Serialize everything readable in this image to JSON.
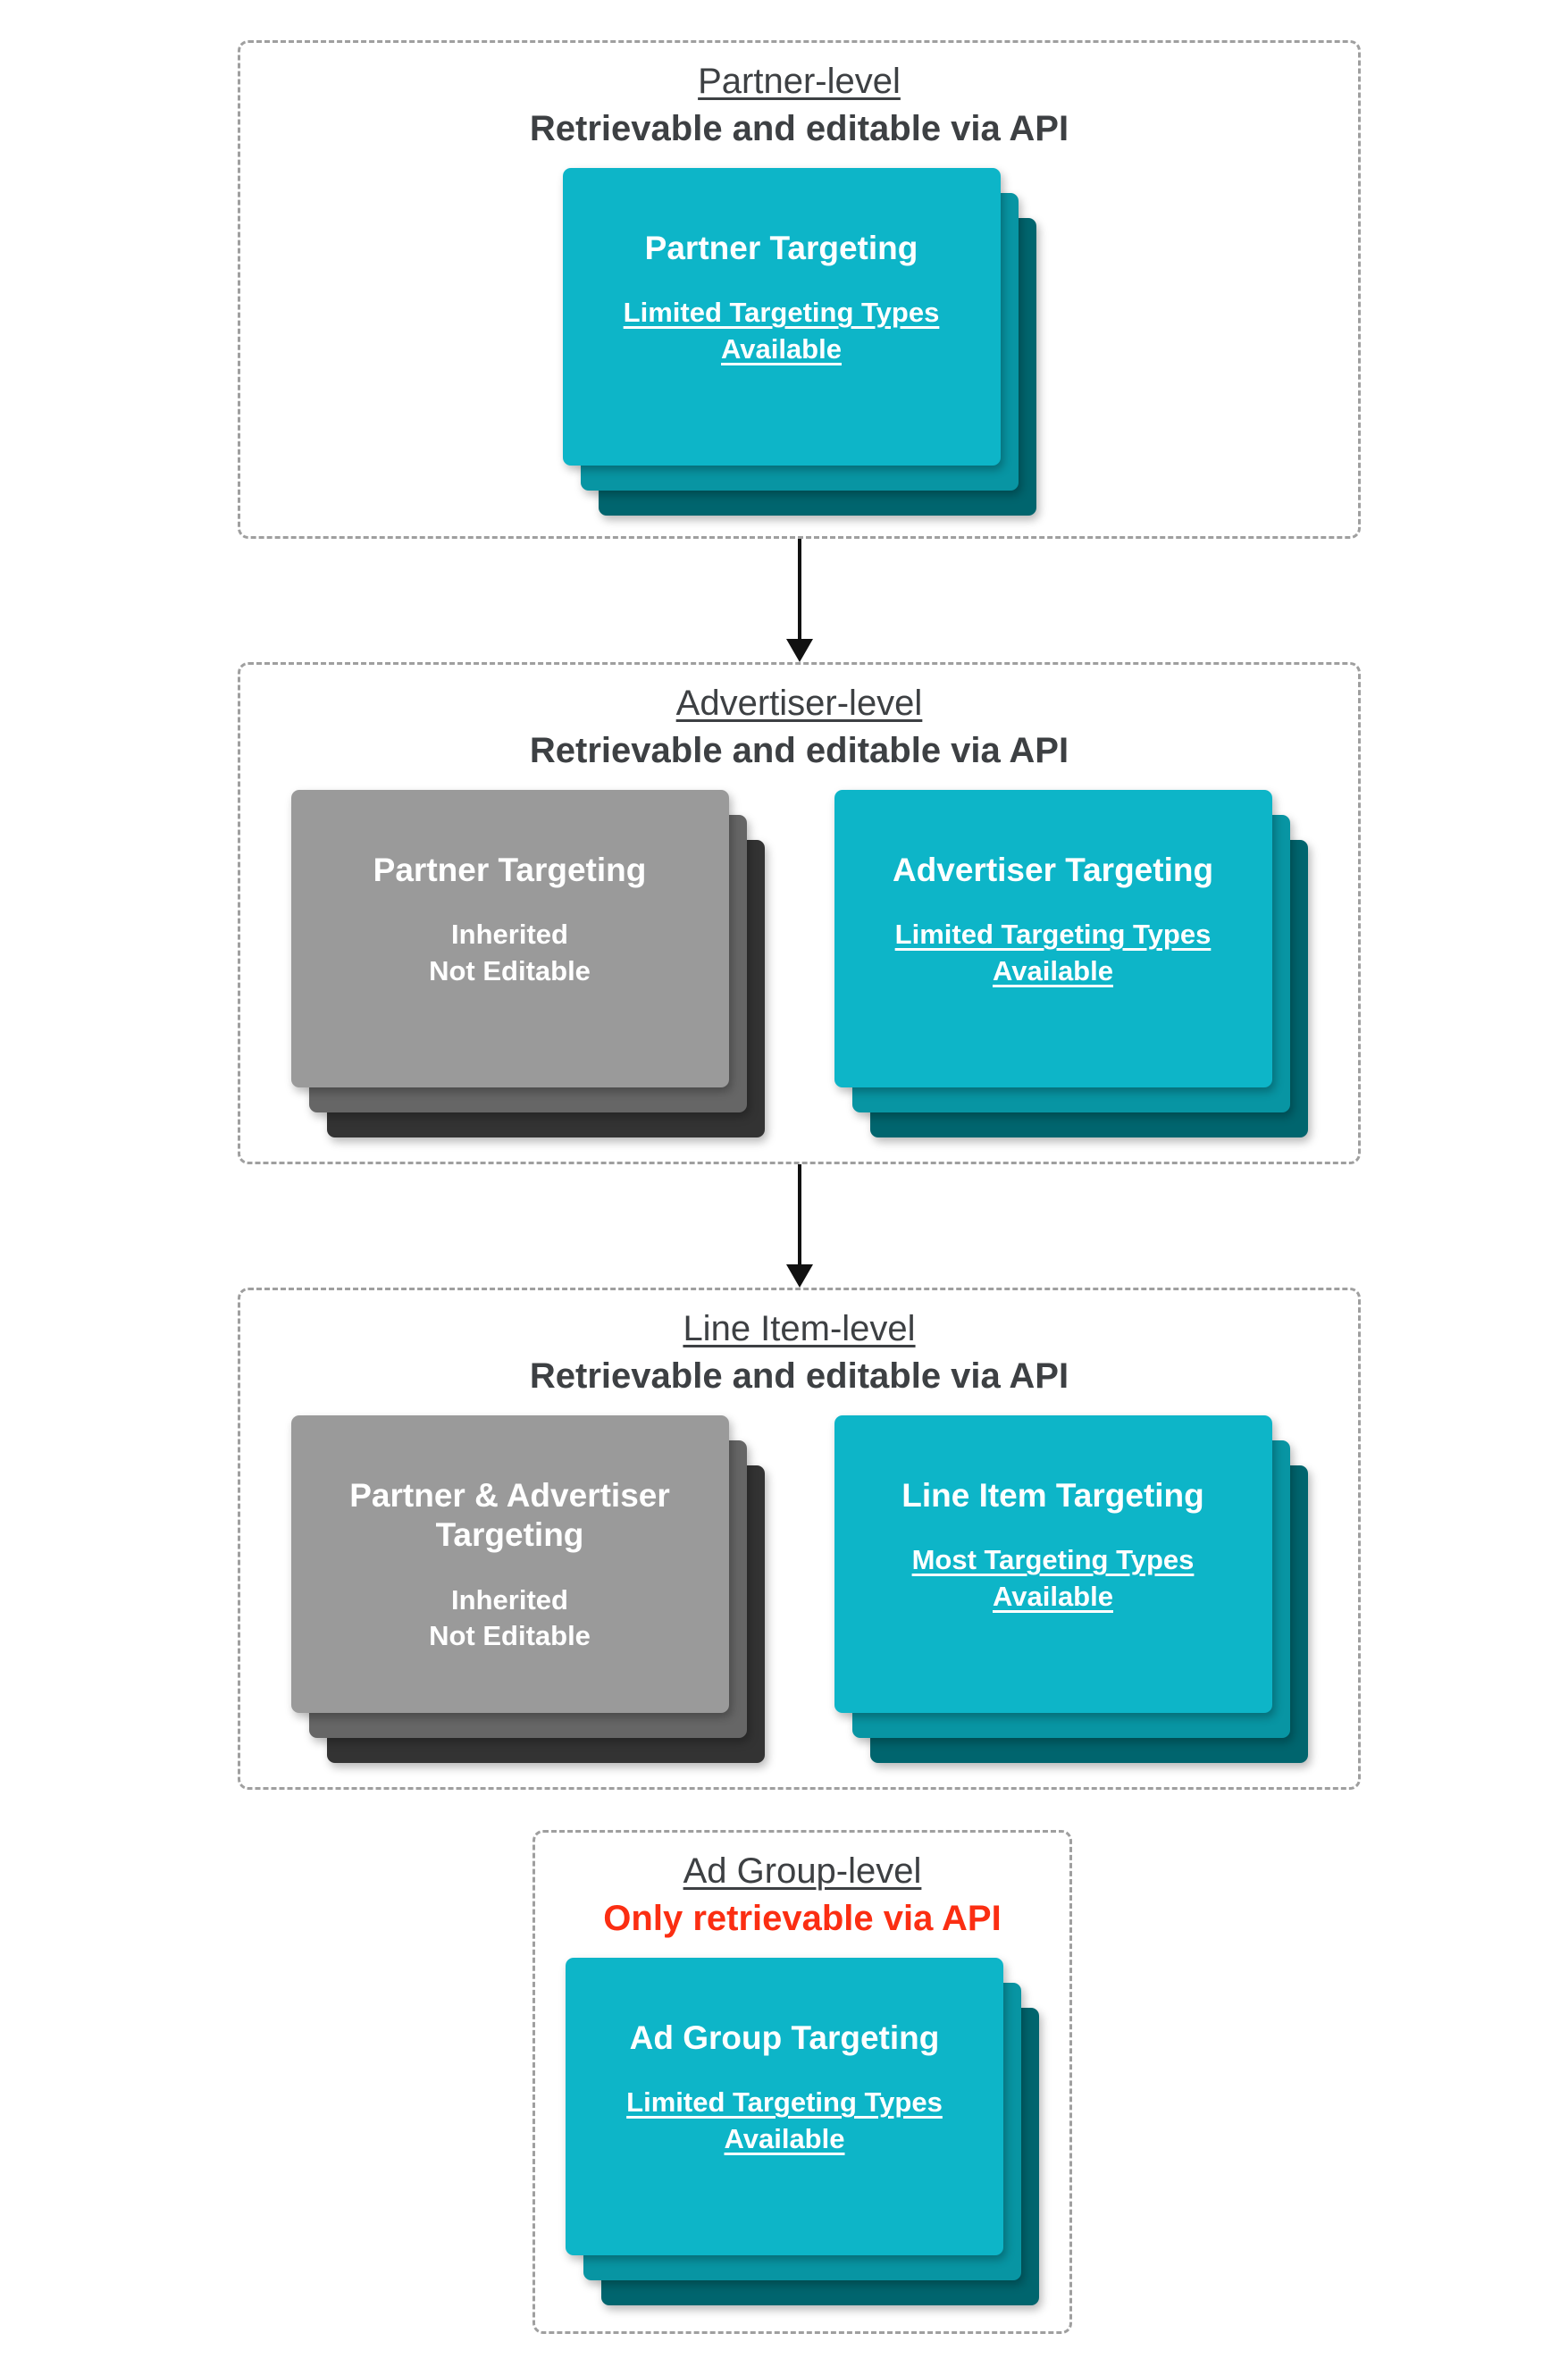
{
  "diagram": {
    "description_colors": {
      "teal_front": "#0db5c8",
      "teal_middle": "#0895a3",
      "teal_back": "#00656e",
      "gray_front": "#9a9a9a",
      "gray_middle": "#666666",
      "gray_back": "#333333",
      "heading_text": "#3d4043",
      "alert_red": "#fb2e12",
      "card_text": "#ffffff",
      "dashed_border": "#9f9f9f",
      "arrow_black": "#111111"
    }
  },
  "sections": [
    {
      "title": "Partner-level",
      "subtitle": "Retrievable and editable via API",
      "cards": [
        {
          "title": "Partner Targeting",
          "body": [
            "Limited Targeting Types",
            "Available"
          ]
        }
      ]
    },
    {
      "title": "Advertiser-level",
      "subtitle": "Retrievable and editable via API",
      "cards": [
        {
          "title": "Partner Targeting",
          "body": [
            "Inherited",
            "Not Editable"
          ]
        },
        {
          "title": "Advertiser Targeting",
          "body": [
            "Limited Targeting Types",
            "Available"
          ]
        }
      ]
    },
    {
      "title": "Line Item-level",
      "subtitle": "Retrievable and editable via API",
      "cards": [
        {
          "title": "Partner & Advertiser Targeting",
          "body": [
            "Inherited",
            "Not Editable"
          ]
        },
        {
          "title": "Line Item Targeting",
          "body": [
            "Most Targeting Types",
            "Available"
          ]
        }
      ]
    },
    {
      "title": "Ad Group-level",
      "subtitle": "Only retrievable via API",
      "cards": [
        {
          "title": "Ad Group Targeting",
          "body": [
            "Limited Targeting Types",
            "Available"
          ]
        }
      ]
    }
  ]
}
